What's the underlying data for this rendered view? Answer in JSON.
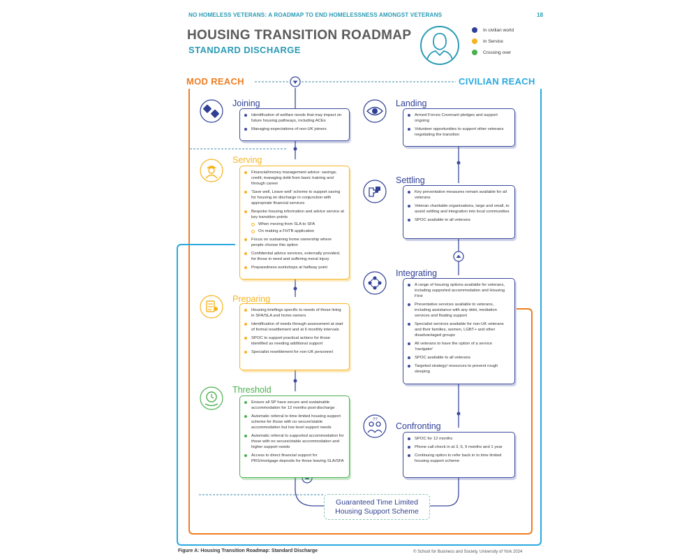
{
  "header": {
    "running_title": "NO HOMELESS VETERANS: A ROADMAP TO END HOMELESSNESS AMONGST VETERANS",
    "page_number": "18"
  },
  "title": "HOUSING TRANSITION ROADMAP",
  "subtitle": "STANDARD DISCHARGE",
  "legend": [
    {
      "label": "In civilian world",
      "color": "#2f3f96"
    },
    {
      "label": "In Service",
      "color": "#f5b41f"
    },
    {
      "label": "Crossing over",
      "color": "#4caf50"
    }
  ],
  "reach": {
    "left": "MOD REACH",
    "right": "CIVILIAN REACH",
    "left_color": "#ef7d22",
    "right_color": "#29a9df"
  },
  "sections": {
    "joining": {
      "title": "Joining",
      "items": [
        "Identification of welfare needs that may impact on future housing pathways, including ACEs",
        "Managing expectations of non-UK joiners"
      ]
    },
    "serving": {
      "title": "Serving",
      "items": [
        "Financial/money management advice: savings; credit; managing debt from basic training and through career",
        "'Save well, Leave well' scheme to support saving for housing on discharge in conjunction with appropriate financial services",
        "Bespoke housing information and advice service at key transition points",
        "When moving from SLA to SFA",
        "On making a FHTB application",
        "Focus on sustaining home ownership where people choose this option",
        "Confidential advice services, externally provided, for those in need and suffering moral injury",
        "Preparedness workshops at halfway point"
      ]
    },
    "preparing": {
      "title": "Preparing",
      "items": [
        "Housing briefings specific to needs of those living in SFA/SLA and home owners",
        "Identification of needs through assessment at start of formal resettlement and at 6 monthly intervals",
        "SPOC to support practical actions for those identified as needing additional support",
        "Specialist resettlement for non-UK personnel"
      ]
    },
    "threshold": {
      "title": "Threshold",
      "items": [
        "Ensure all SP have secure and sustainable accommodation for 12 months post-discharge",
        "Automatic referral to time limited housing support scheme for those with no secure/stable accommodation but low level support needs",
        "Automatic referral to supported accommodation for those with no secure/stable accommodation and higher support needs",
        "Access to direct financial support for PRS/mortgage deposits for those leaving SLA/SFA"
      ]
    },
    "landing": {
      "title": "Landing",
      "items": [
        "Armed Forces Covenant pledges and support ongoing",
        "Volunteer opportunities to support other veterans negotiating the transition"
      ]
    },
    "settling": {
      "title": "Settling",
      "items": [
        "Key preventative measures remain available for all veterans",
        "Veteran charitable organisations, large and small, to assist settling and integration into local communities",
        "SPOC available to all veterans"
      ]
    },
    "integrating": {
      "title": "Integrating",
      "items": [
        "A range of housing options available for veterans, including supported accommodation and Housing First",
        "Preventative services available to veterans, including assistance with any debt, mediation services and floating support",
        "Specialist services available for non-UK veterans and their families, women, LGBT+ and other disadvantaged groups",
        "All veterans to have the option of a service 'navigator'",
        "SPOC available to all veterans",
        "Targeted strategy/ resources to prevent rough sleeping"
      ]
    },
    "confronting": {
      "title": "Confronting",
      "items": [
        "SPOC for 12 months",
        "Phone call check in at 3, 6, 9 months and 1 year",
        "Continuing option to refer back in to time limited housing support scheme"
      ]
    }
  },
  "guaranteed": {
    "line1": "Guaranteed Time Limited",
    "line2": "Housing Support Scheme"
  },
  "footer": {
    "caption": "Figure A: Housing Transition Roadmap: Standard Discharge",
    "copyright": "© School for Business and Society, University of York 2024"
  }
}
